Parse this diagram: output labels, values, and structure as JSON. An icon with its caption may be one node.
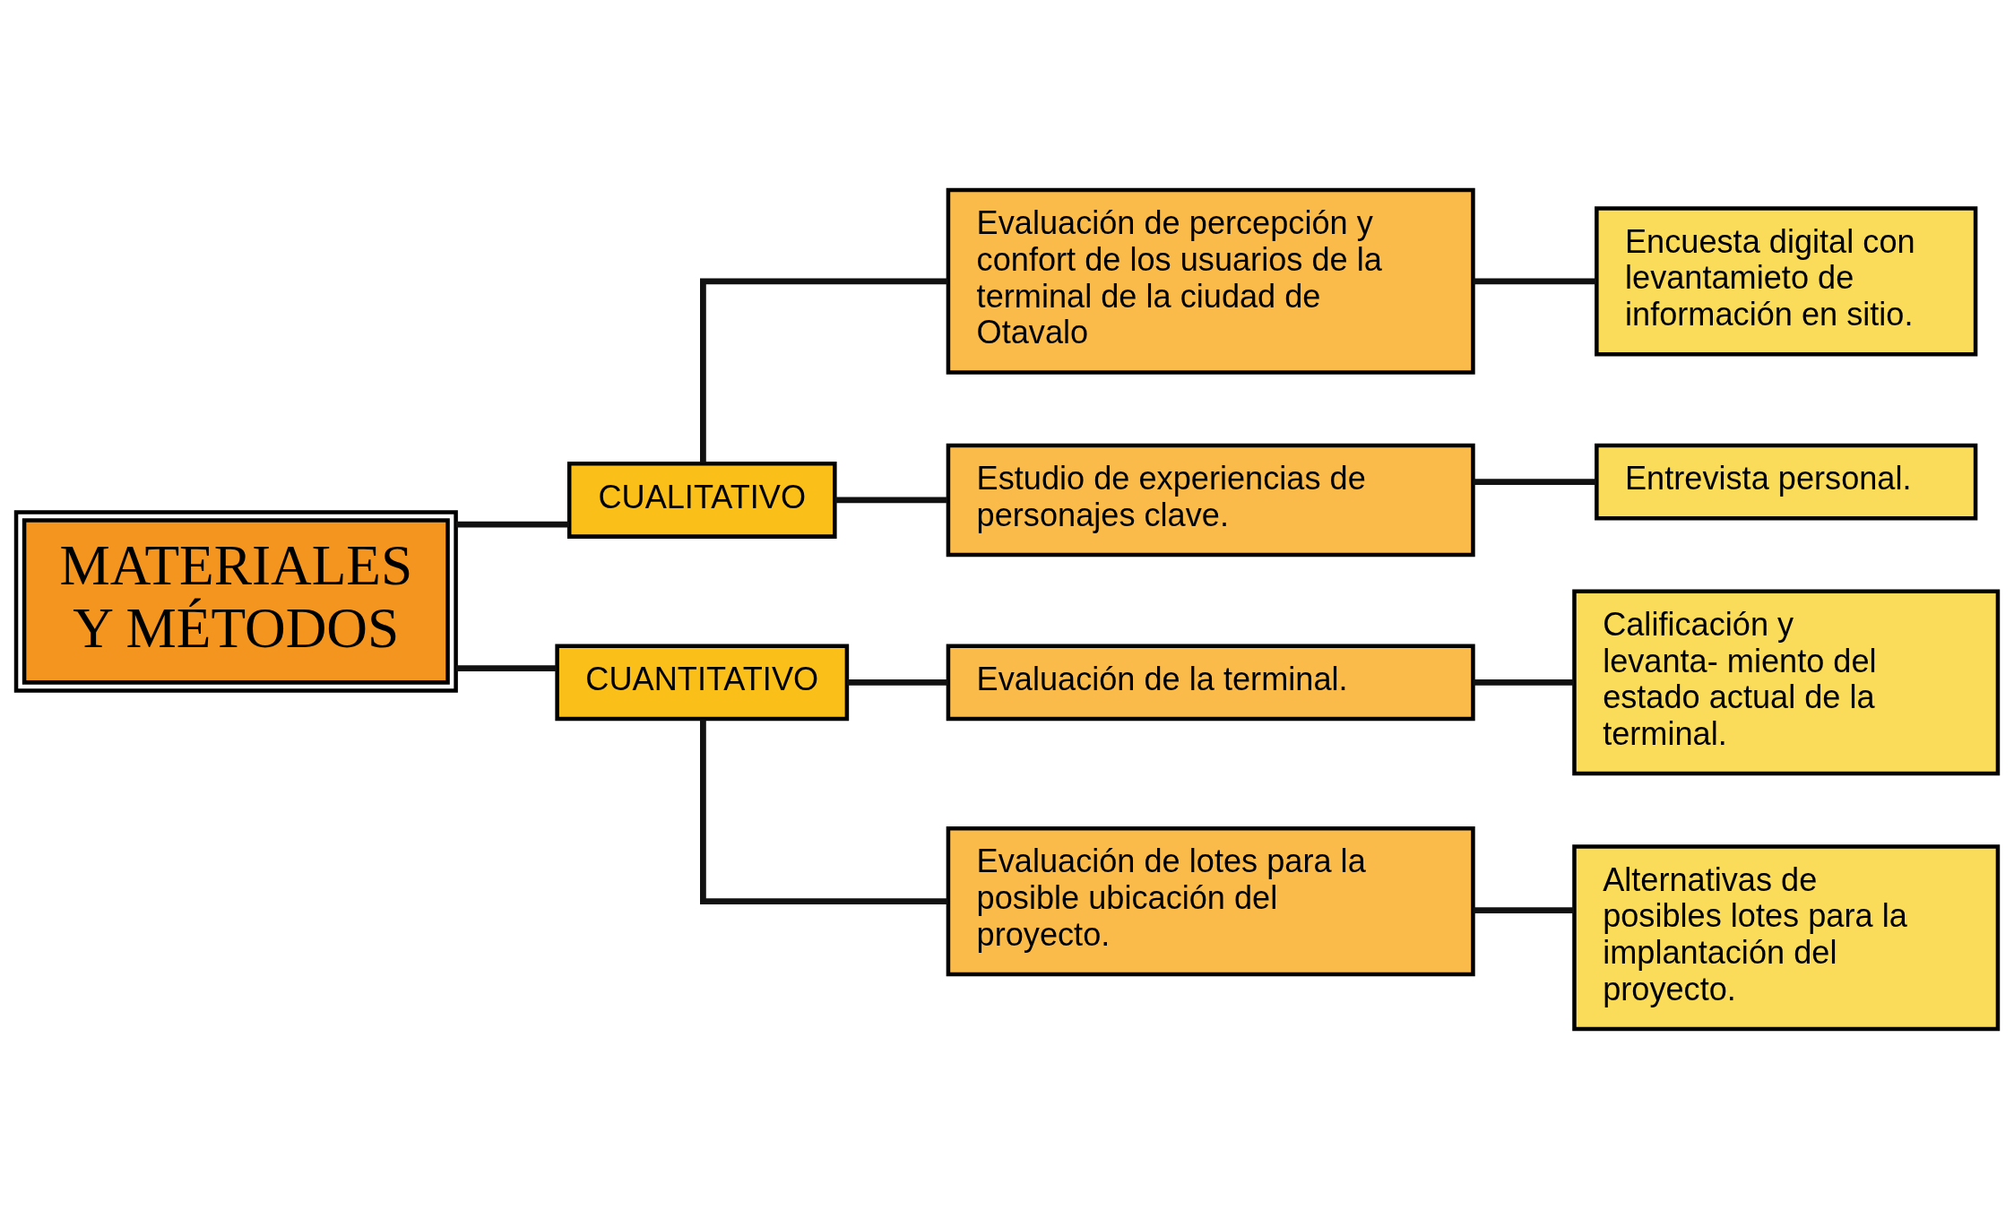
{
  "diagram": {
    "nodes": [
      {
        "text": [
          "MATERIALES Y MÉTODOS"
        ]
      },
      {
        "text": [
          "Evaluación de percepción y confort de los usuarios de la terminal de la ciudad de Otavalo"
        ]
      },
      {
        "text": [
          "Encuesta digital con levantamieto de información en sitio."
        ]
      },
      {
        "text": [
          "CUALITATIVO"
        ]
      },
      {
        "text": [
          "Estudio de experiencias de personajes clave."
        ]
      },
      {
        "text": [
          "Entrevista personal."
        ]
      },
      {
        "text": [
          "CUANTITATIVO"
        ]
      },
      {
        "text": [
          "Evaluación de la terminal."
        ]
      },
      {
        "text": [
          "Calificación y levanta- miento del estado actual de la terminal."
        ]
      },
      {
        "text": [
          "Evaluación de lotes para la posible ubicación del proyecto."
        ]
      },
      {
        "text": [
          "Alternativas de posibles lotes para la implantación del proyecto."
        ]
      }
    ],
    "edges": [
      {
        "from": 0,
        "to": 3,
        "arrow": "none"
      },
      {
        "from": 0,
        "to": 6,
        "arrow": "none"
      },
      {
        "from": 3,
        "to": 1,
        "arrow": "none"
      },
      {
        "from": 3,
        "to": 4,
        "arrow": "none"
      },
      {
        "from": 1,
        "to": 2,
        "arrow": "none"
      },
      {
        "from": 4,
        "to": 5,
        "arrow": "none"
      },
      {
        "from": 6,
        "to": 7,
        "arrow": "none"
      },
      {
        "from": 7,
        "to": 8,
        "arrow": "none"
      },
      {
        "from": 6,
        "to": 9,
        "arrow": "none"
      },
      {
        "from": 9,
        "to": 10,
        "arrow": "none"
      }
    ]
  }
}
